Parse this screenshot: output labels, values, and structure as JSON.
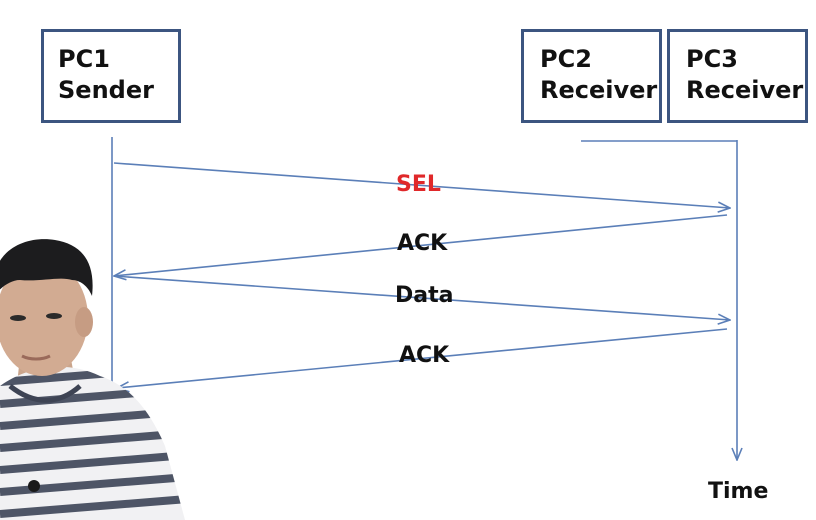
{
  "nodes": [
    {
      "id": "pc1",
      "name": "PC1",
      "role": "Sender"
    },
    {
      "id": "pc2",
      "name": "PC2",
      "role": "Receiver"
    },
    {
      "id": "pc3",
      "name": "PC3",
      "role": "Receiver"
    }
  ],
  "messages": [
    {
      "label": "SEL",
      "from": "PC1",
      "to": "PC3",
      "color": "#e0282a"
    },
    {
      "label": "ACK",
      "from": "PC3",
      "to": "PC1",
      "color": "#111111"
    },
    {
      "label": "Data",
      "from": "PC1",
      "to": "PC3",
      "color": "#111111"
    },
    {
      "label": "ACK",
      "from": "PC3",
      "to": "PC1",
      "color": "#111111"
    }
  ],
  "time_label": "Time",
  "colors": {
    "line": "#5b7fb8",
    "box_border": "#3c5580",
    "highlight": "#e0282a"
  }
}
